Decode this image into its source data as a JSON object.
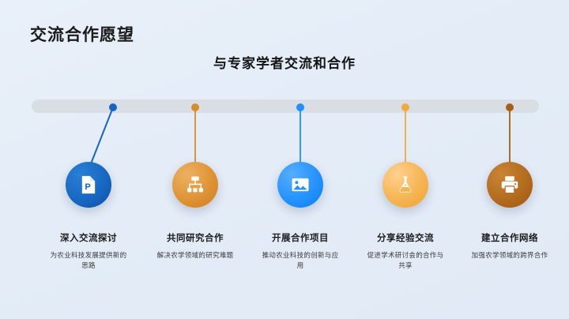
{
  "slide": {
    "title": "交流合作愿望",
    "subtitle": "与专家学者交流和合作",
    "background_color": "#e5eef8",
    "bar_color": "#d8dee4"
  },
  "items": [
    {
      "label": "深入交流探讨",
      "desc": "为农业科技发展提供新的思路",
      "icon": "powerpoint-file-icon",
      "color": "#1565c0",
      "color_light": "#2a7fd4",
      "dot_color": "#1565c0"
    },
    {
      "label": "共同研究合作",
      "desc": "解决农学领域的研究难题",
      "icon": "sitemap-icon",
      "color": "#d88c2a",
      "color_light": "#e9a445",
      "dot_color": "#d88c2a"
    },
    {
      "label": "开展合作项目",
      "desc": "推动农业科技的创新与应用",
      "icon": "image-icon",
      "color": "#1e90ff",
      "color_light": "#47a6ff",
      "dot_color": "#1e90ff"
    },
    {
      "label": "分享经验交流",
      "desc": "促进学术研讨会的合作与共享",
      "icon": "flask-icon",
      "color": "#f2a93b",
      "color_light": "#fbc166",
      "dot_color": "#f2a93b"
    },
    {
      "label": "建立合作网络",
      "desc": "加强农学领域的跨界合作",
      "icon": "printer-icon",
      "color": "#b0651a",
      "color_light": "#c87c2a",
      "dot_color": "#a85d14"
    }
  ]
}
